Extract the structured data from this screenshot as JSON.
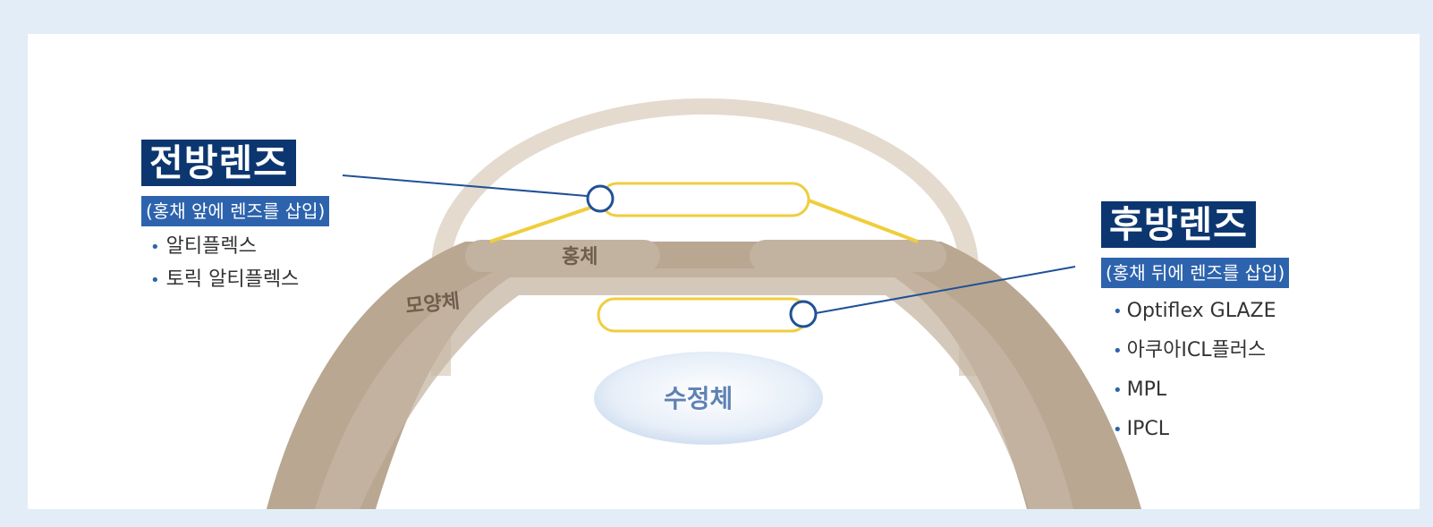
{
  "labels": {
    "iris": "홍체",
    "ciliary_body": "모양체",
    "lens": "수정체"
  },
  "anterior": {
    "title": "전방렌즈",
    "subtitle": "(홍채 앞에 렌즈를 삽입)",
    "items": [
      "알티플렉스",
      "토릭 알티플렉스"
    ]
  },
  "posterior": {
    "title": "후방렌즈",
    "subtitle": "(홍채 뒤에 렌즈를 삽입)",
    "items": [
      "Optiflex GLAZE",
      "아쿠아ICL플러스",
      "MPL",
      "IPCL"
    ]
  },
  "bullet": "•",
  "colors": {
    "title_bg": "#0c3670",
    "subtitle_bg": "#2d63ad",
    "tissue": "#b9a792",
    "cornea": "#e4dace",
    "lens_outline": "#f0cd3c",
    "pointer": "#1f5196",
    "page_bg": "#e3edf8"
  }
}
